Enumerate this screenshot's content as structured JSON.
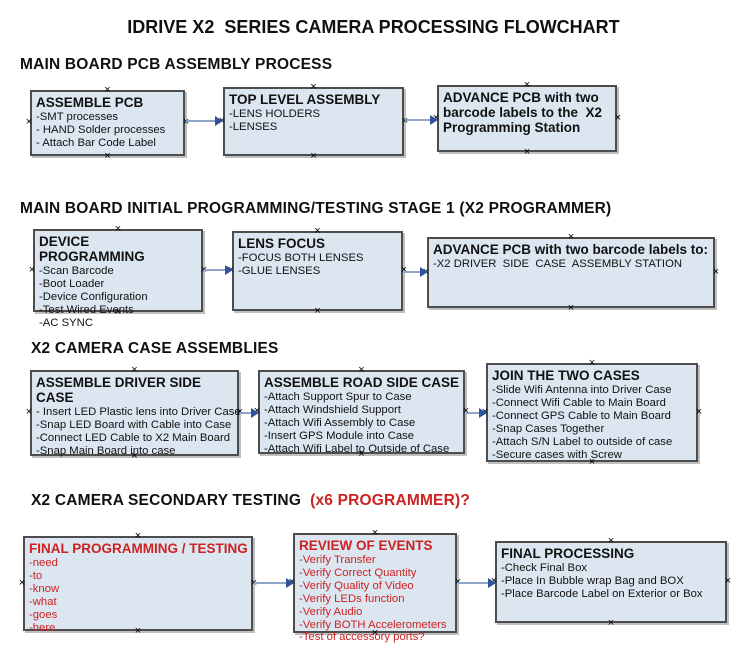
{
  "title": "IDRIVE X2  SERIES CAMERA PROCESSING FLOWCHART",
  "colors": {
    "box_fill": "#dce6f1",
    "box_border": "#4d4d4d",
    "arrow_line": "#8ea4c8",
    "arrow_head": "#31539b",
    "red_text": "#cc2222",
    "black_text": "#111111"
  },
  "sections": [
    {
      "header": "MAIN BOARD PCB ASSEMBLY PROCESS",
      "boxes": [
        {
          "title": "ASSEMBLE PCB",
          "items": [
            "-SMT processes",
            "- HAND Solder processes",
            "- Attach Bar Code Label"
          ]
        },
        {
          "title": "TOP LEVEL ASSEMBLY",
          "items": [
            "-LENS HOLDERS",
            "-LENSES"
          ]
        },
        {
          "title": "ADVANCE PCB with two barcode labels to the  X2 Programming Station",
          "items": []
        }
      ]
    },
    {
      "header": "MAIN BOARD INITIAL PROGRAMMING/TESTING STAGE 1 (X2 PROGRAMMER)",
      "boxes": [
        {
          "title": "DEVICE PROGRAMMING",
          "items": [
            "-Scan Barcode",
            "-Boot Loader",
            "-Device Configuration",
            "-Test Wired Events",
            "-AC SYNC"
          ]
        },
        {
          "title": "LENS FOCUS",
          "items": [
            "-FOCUS BOTH LENSES",
            "-GLUE LENSES"
          ]
        },
        {
          "title": "ADVANCE PCB with two barcode labels to:",
          "items": [
            "-X2 DRIVER  SIDE  CASE  ASSEMBLY STATION"
          ]
        }
      ]
    },
    {
      "header": "X2 CAMERA CASE ASSEMBLIES",
      "boxes": [
        {
          "title": "ASSEMBLE DRIVER SIDE CASE",
          "items": [
            "- Insert LED Plastic lens into Driver Case",
            "-Snap LED Board with Cable into Case",
            "-Connect LED Cable to X2 Main Board",
            "-Snap Main Board into case"
          ]
        },
        {
          "title": "ASSEMBLE ROAD SIDE CASE",
          "items": [
            "-Attach Support Spur to Case",
            "-Attach Windshield Support",
            "-Attach Wifi Assembly to Case",
            "-Insert GPS Module into Case",
            "-Attach Wifi Label to Outside of Case"
          ]
        },
        {
          "title": "JOIN THE TWO CASES",
          "items": [
            "-Slide Wifi Antenna into Driver Case",
            "-Connect Wifi Cable to Main Board",
            "-Connect GPS Cable to Main Board",
            "-Snap Cases Together",
            "-Attach S/N Label to outside of case",
            "-Secure cases with Screw"
          ]
        }
      ]
    },
    {
      "header": "X2 CAMERA SECONDARY TESTING  ",
      "header_suffix": "(x6 PROGRAMMER)?",
      "boxes": [
        {
          "title": "FINAL PROGRAMMING / TESTING",
          "items": [
            "-need",
            "-to",
            "-know",
            "-what",
            "-goes",
            "-here"
          ]
        },
        {
          "title": "REVIEW OF EVENTS",
          "items": [
            "-Verify Transfer",
            "-Verify Correct Quantity",
            "-Verify Quality of Video",
            "-Verify LEDs function",
            "-Verify Audio",
            "-Verify BOTH Accelerometers",
            "-Test of accessory ports?"
          ]
        },
        {
          "title": "FINAL PROCESSING",
          "items": [
            "-Check Final Box",
            "-Place In Bubble wrap Bag and BOX",
            "-Place Barcode Label on Exterior or Box"
          ]
        }
      ]
    }
  ]
}
